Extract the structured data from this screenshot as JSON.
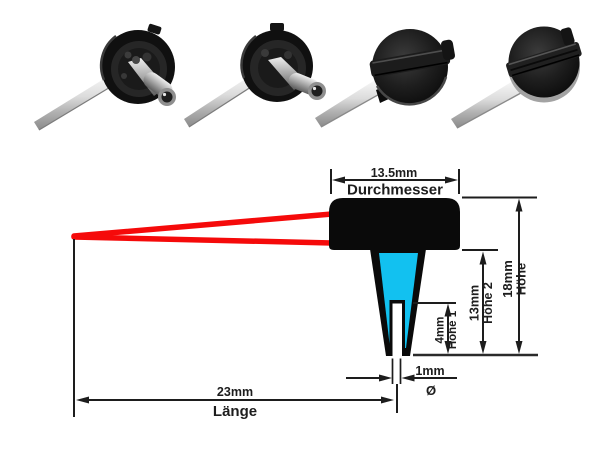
{
  "photos": {
    "items": [
      {
        "name": "pointer-knob-rear-view-1"
      },
      {
        "name": "pointer-knob-rear-view-2"
      },
      {
        "name": "pointer-knob-front-view-1"
      },
      {
        "name": "pointer-knob-front-view-2"
      }
    ]
  },
  "diagram": {
    "colors": {
      "pointer": "#f50a0a",
      "shaft": "#12c1f0",
      "body": "#0a0a0a"
    },
    "diameter_value": "13.5mm",
    "diameter_label": "Durchmesser",
    "height_total_value": "18mm",
    "height_total_label": "Höhe",
    "height2_value": "13mm",
    "height2_label": "Höhe 2",
    "height1_value": "4mm",
    "height1_label": "Höhe 1",
    "tip_value": "1mm",
    "tip_label": "Ø",
    "length_value": "23mm",
    "length_label": "Länge"
  }
}
